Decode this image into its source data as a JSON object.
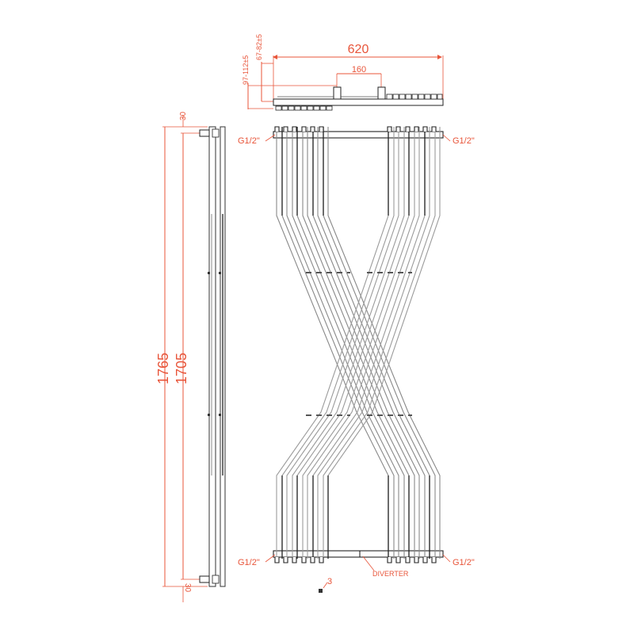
{
  "drawing": {
    "type": "technical-drawing",
    "subject": "designer crossed-tube towel radiator",
    "accent_color": "#e8553a",
    "line_color": "#222222",
    "tube_color": "#9a9a9a"
  },
  "dimensions": {
    "overall_width": "620",
    "pipe_centres": "160",
    "wall_projection_max": "97-112±5",
    "wall_projection_min": "67-82±5",
    "overall_height": "1765",
    "pipe_height": "1705",
    "top_offset": "30",
    "bottom_offset": "30"
  },
  "labels": {
    "connection_top_left": "G1/2\"",
    "connection_top_right": "G1/2\"",
    "connection_bottom_left": "G1/2\"",
    "connection_bottom_right": "G1/2\"",
    "diverter": "DIVERTER",
    "callout_number": "3"
  },
  "views": [
    "top-view",
    "side-view",
    "front-view"
  ]
}
